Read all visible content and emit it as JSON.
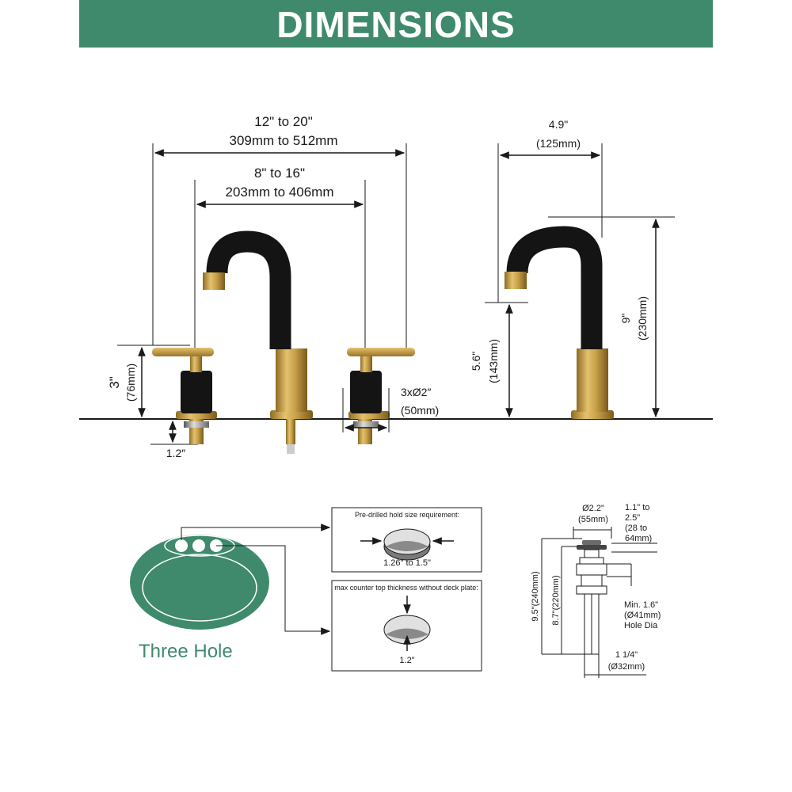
{
  "banner": {
    "title": "DIMENSIONS",
    "color": "#3f8a6d"
  },
  "colors": {
    "matte_black": "#141414",
    "brushed_gold": "#c9a24a",
    "accent_green": "#3f8a6d"
  },
  "front_view": {
    "outer_spread_in": "12\" to 20\"",
    "outer_spread_mm": "309mm to 512mm",
    "inner_spread_in": "8\" to 16\"",
    "inner_spread_mm": "203mm to 406mm",
    "handle_height_in": "3\"",
    "handle_height_mm": "(76mm)",
    "shank_length": "1.2″",
    "base_diameter": "3xØ2″",
    "base_diameter_mm": "(50mm)"
  },
  "side_view": {
    "reach_in": "4.9\"",
    "reach_mm": "(125mm)",
    "spout_height_in": "5.6\"",
    "spout_height_mm": "(143mm)",
    "total_height_in": "9\"",
    "total_height_mm": "(230mm)"
  },
  "sink": {
    "label": "Three Hole"
  },
  "hole_box": {
    "title": "Pre-drilled hold size requirement:",
    "value": "1.26\" to 1.5\""
  },
  "counter_box": {
    "title": "max counter top thickness without deck plate:",
    "value": "1.2\""
  },
  "drain": {
    "flange_diameter": "Ø2.2\"",
    "flange_diameter_mm": "(55mm)",
    "thickness_range": [
      "1.1\" to",
      "2.5\"",
      "(28 to",
      "64mm)"
    ],
    "total_length": "9.5\"(240mm)",
    "body_length": "8.7\"(220mm)",
    "hole_min": [
      "Min. 1.6\"",
      "(Ø41mm)",
      "Hole Dia"
    ],
    "tail_diameter": "1 1/4\"",
    "tail_diameter_mm": "(Ø32mm)"
  }
}
